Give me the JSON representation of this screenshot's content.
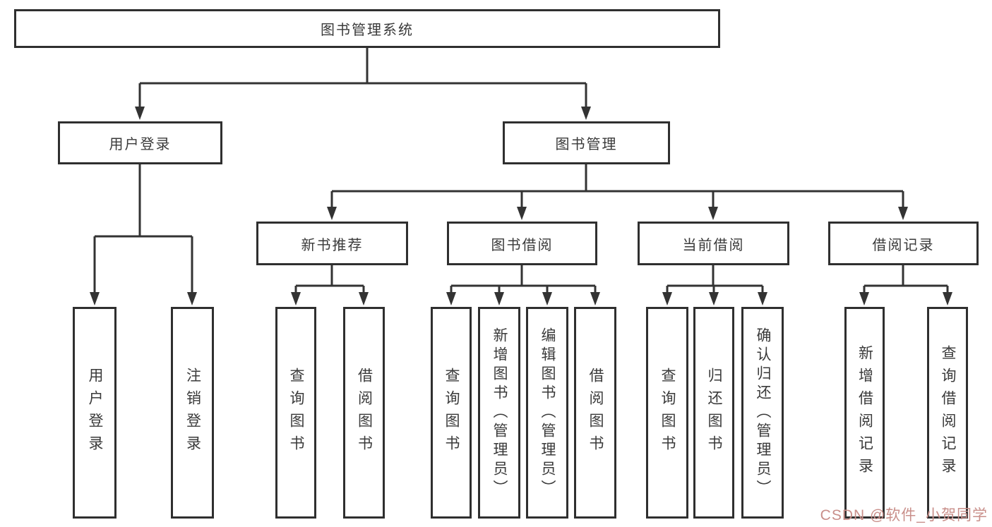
{
  "tree": {
    "label": "图书管理系统",
    "children": [
      {
        "label": "用户登录",
        "children": [
          {
            "label": "用户登录"
          },
          {
            "label": "注销登录"
          }
        ]
      },
      {
        "label": "图书管理",
        "children": [
          {
            "label": "新书推荐",
            "children": [
              {
                "label": "查询图书"
              },
              {
                "label": "借阅图书"
              }
            ]
          },
          {
            "label": "图书借阅",
            "children": [
              {
                "label": "查询图书"
              },
              {
                "label": "新增图书（管理员）"
              },
              {
                "label": "编辑图书（管理员）"
              },
              {
                "label": "借阅图书"
              }
            ]
          },
          {
            "label": "当前借阅",
            "children": [
              {
                "label": "查询图书"
              },
              {
                "label": "归还图书"
              },
              {
                "label": "确认归还（管理员）"
              }
            ]
          },
          {
            "label": "借阅记录",
            "children": [
              {
                "label": "新增借阅记录"
              },
              {
                "label": "查询借阅记录"
              }
            ]
          }
        ]
      }
    ]
  },
  "watermark": {
    "text": "CSDN @软件_小贺同学",
    "color": "#c98f8a"
  },
  "colors": {
    "line": "#333333",
    "box_border": "#2f2f2f",
    "text": "#3a3a3a",
    "background": "#ffffff"
  }
}
